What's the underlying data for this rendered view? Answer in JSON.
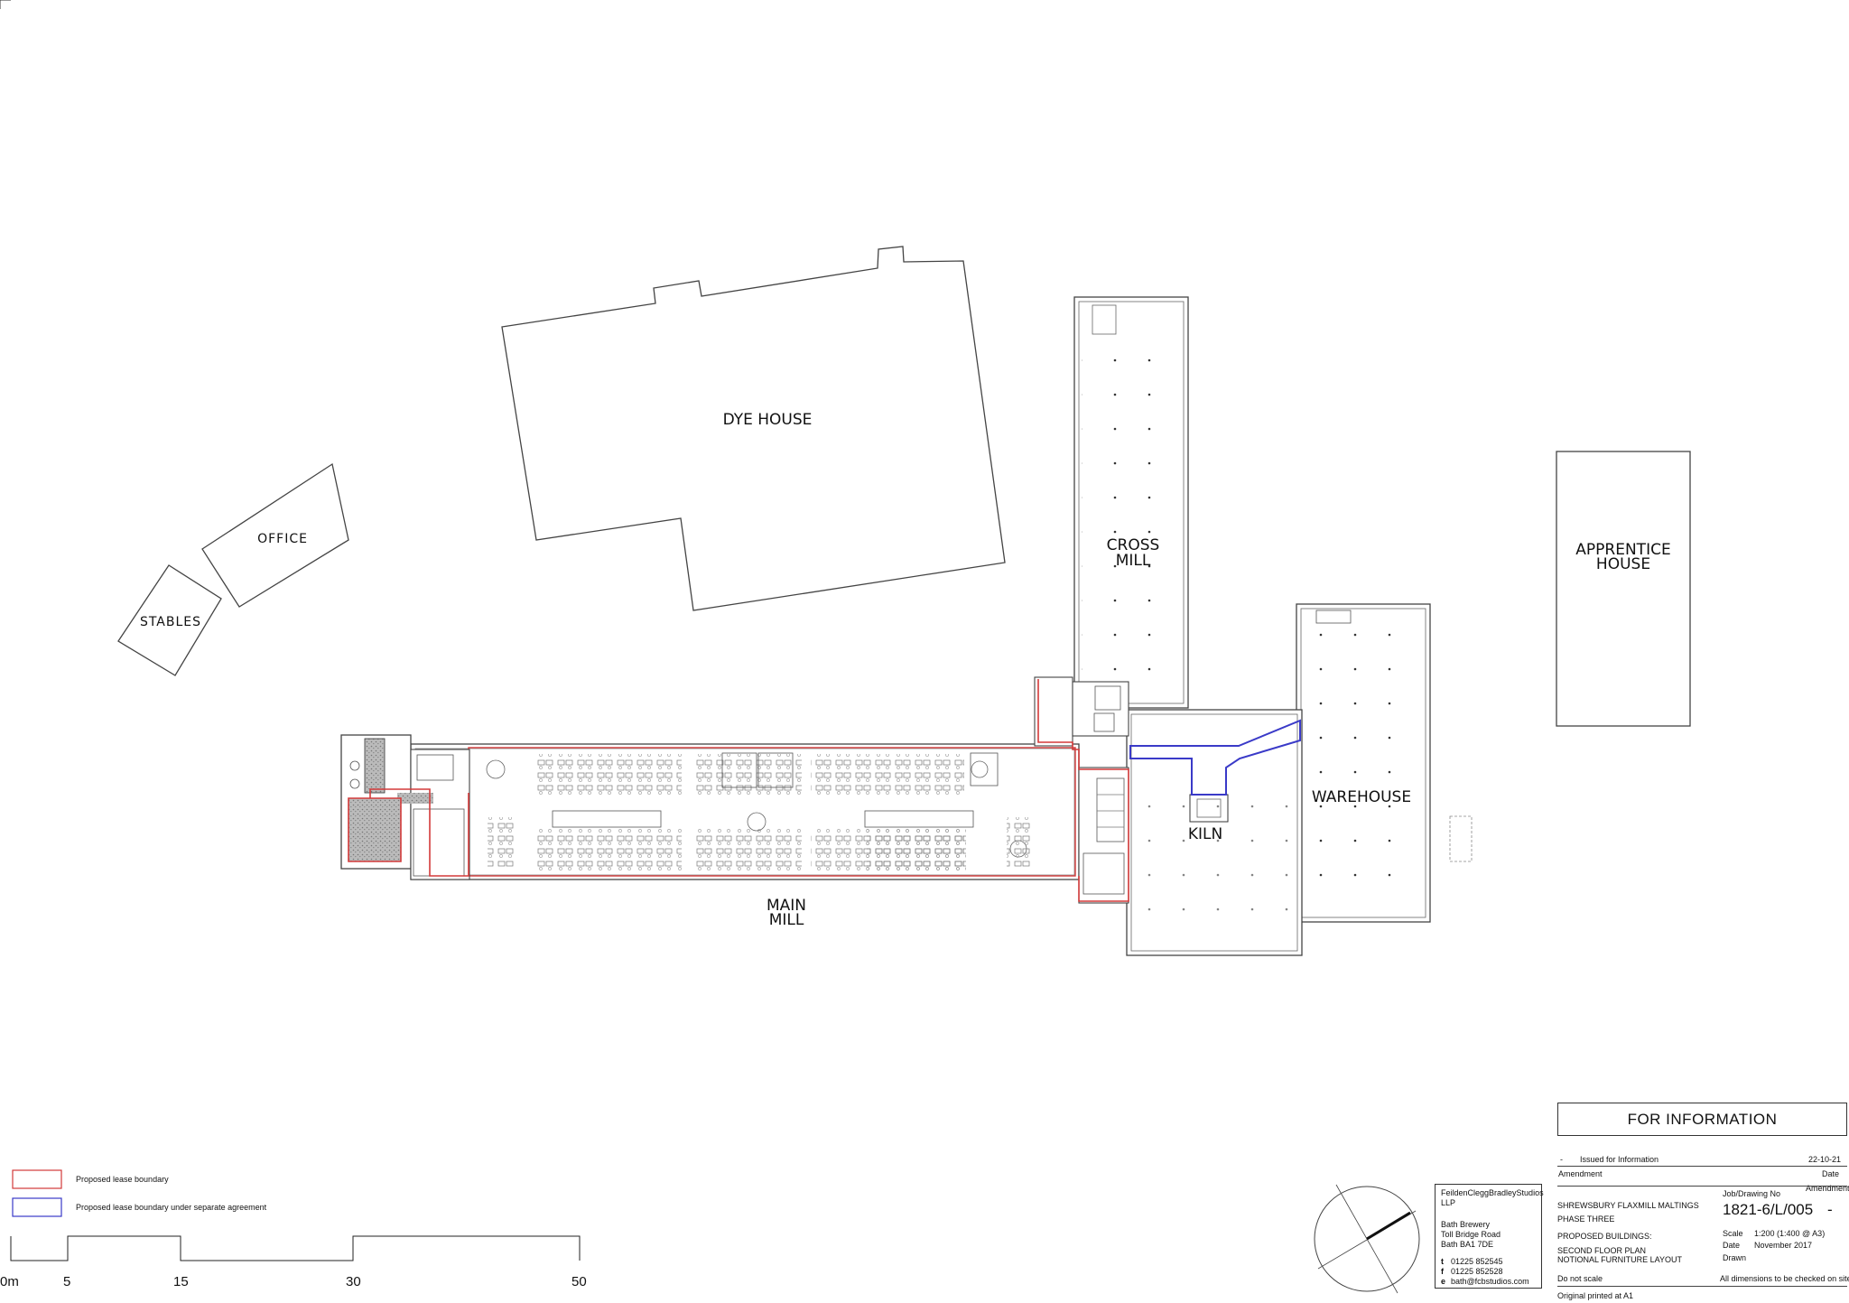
{
  "buildings": {
    "dye_house": "DYE HOUSE",
    "office": "OFFICE",
    "stables": "STABLES",
    "cross_mill": [
      "CROSS",
      "MILL"
    ],
    "apprentice_house": [
      "APPRENTICE",
      "HOUSE"
    ],
    "warehouse": "WAREHOUSE",
    "kiln": "KILN",
    "main_mill": [
      "MAIN",
      "MILL"
    ]
  },
  "legend": {
    "red_label": "Proposed lease boundary",
    "blue_label": "Proposed lease boundary under separate agreement",
    "red_color": "#d33a3a",
    "blue_color": "#3a3ac8"
  },
  "scale_bar": {
    "labels": [
      "0m",
      "5",
      "15",
      "30",
      "50"
    ]
  },
  "title_block": {
    "status": "FOR INFORMATION",
    "revision": {
      "rev": "-",
      "description": "Issued for Information",
      "date": "22-10-21",
      "amendment_header": "Amendment",
      "date_header": "Date"
    },
    "firm": {
      "name": "FeildenCleggBradleyStudios",
      "suffix": "LLP",
      "address": [
        "Bath Brewery",
        "Toll Bridge Road",
        "Bath BA1 7DE"
      ],
      "tel_prefix": "t",
      "tel": "01225 852545",
      "fax_prefix": "f",
      "fax": "01225 852528",
      "email_prefix": "e",
      "email": "bath@fcbstudios.com"
    },
    "project": {
      "name": "SHREWSBURY FLAXMILL MALTINGS",
      "phase": "PHASE THREE",
      "subject": "PROPOSED BUILDINGS:",
      "drawing_title_1": "SECOND FLOOR PLAN",
      "drawing_title_2": "NOTIONAL FURNITURE LAYOUT",
      "do_not_scale": "Do not scale",
      "original_printed": "Original printed at A1"
    },
    "drawing": {
      "job_label": "Job/Drawing No",
      "amendment_label": "Amendment",
      "number": "1821-6/L/005",
      "amendment": "-",
      "scale_label": "Scale",
      "scale": "1:200 (1:400 @ A3)",
      "date_label": "Date",
      "date": "November 2017",
      "drawn_label": "Drawn",
      "dimensions_note": "All dimensions to be checked on site"
    }
  }
}
